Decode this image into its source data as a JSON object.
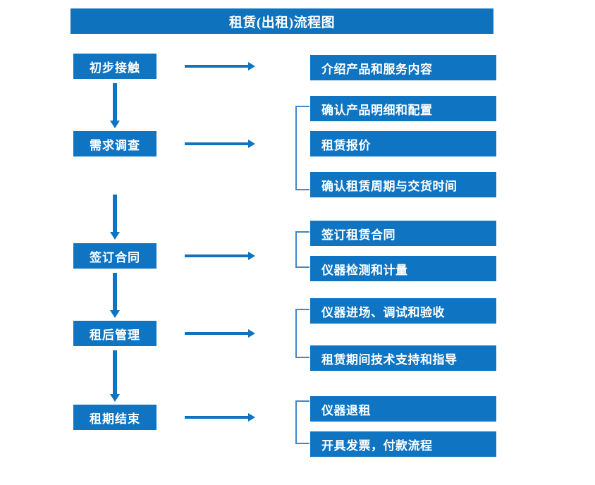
{
  "diagram": {
    "title": "租赁(出租)流程图",
    "colors": {
      "title_bar": "#0E72BC",
      "node_fill": "#0F75C3",
      "arrow": "#0E73C0",
      "bracket": "#3E87C8",
      "node_text": "#FFFFFF",
      "background": "#FFFFFF"
    },
    "stages": [
      {
        "label": "初步接触",
        "details": [
          "介绍产品和服务内容"
        ],
        "bracketed": false
      },
      {
        "label": "需求调查",
        "details": [
          "确认产品明细和配置",
          "租赁报价",
          "确认租赁周期与交货时间"
        ],
        "bracketed": true
      },
      {
        "label": "签订合同",
        "details": [
          "签订租赁合同",
          "仪器检测和计量"
        ],
        "bracketed": true
      },
      {
        "label": "租后管理",
        "details": [
          "仪器进场、调试和验收",
          "租赁期间技术支持和指导"
        ],
        "bracketed": true
      },
      {
        "label": "租期结束",
        "details": [
          "仪器退租",
          "开具发票，付款流程"
        ],
        "bracketed": true
      }
    ]
  }
}
